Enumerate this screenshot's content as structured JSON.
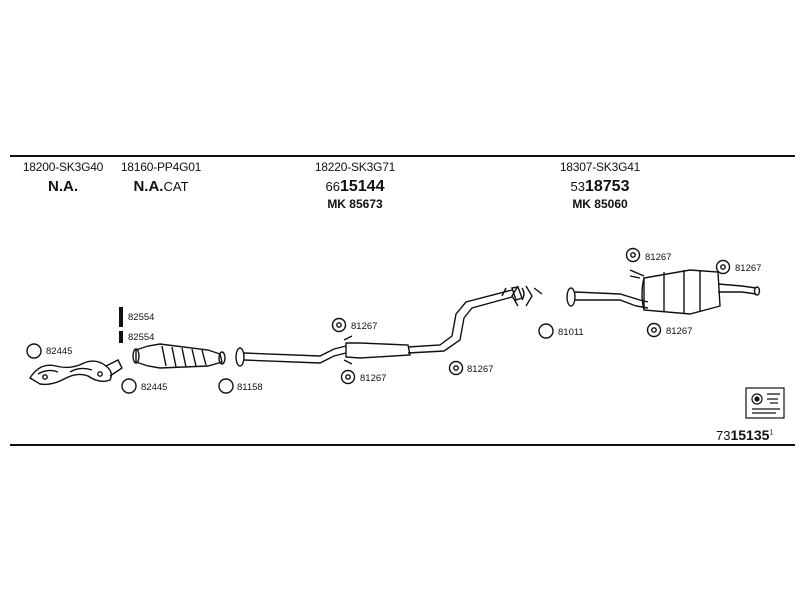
{
  "headers": [
    {
      "part": "18200-SK3G40",
      "name": "N.A.",
      "suffix": ""
    },
    {
      "part": "18160-PP4G01",
      "name": "N.A.",
      "suffix": "CAT"
    },
    {
      "part": "18220-SK3G71",
      "art_prefix": "66",
      "art_number": "15144",
      "mk": "MK 85673"
    },
    {
      "part": "18307-SK3G41",
      "art_prefix": "53",
      "art_number": "18753",
      "mk": "MK 85060"
    }
  ],
  "labels": {
    "l1": "82445",
    "l2": "82445",
    "l3": "82554",
    "l4": "82554",
    "l5": "81158",
    "l6": "81267",
    "l7": "81267",
    "l8": "81267",
    "l9": "81011",
    "l10": "81267",
    "l11": "81267",
    "l12": "81267"
  },
  "footer": {
    "prefix": "73",
    "number": "15135",
    "sup": "1"
  }
}
